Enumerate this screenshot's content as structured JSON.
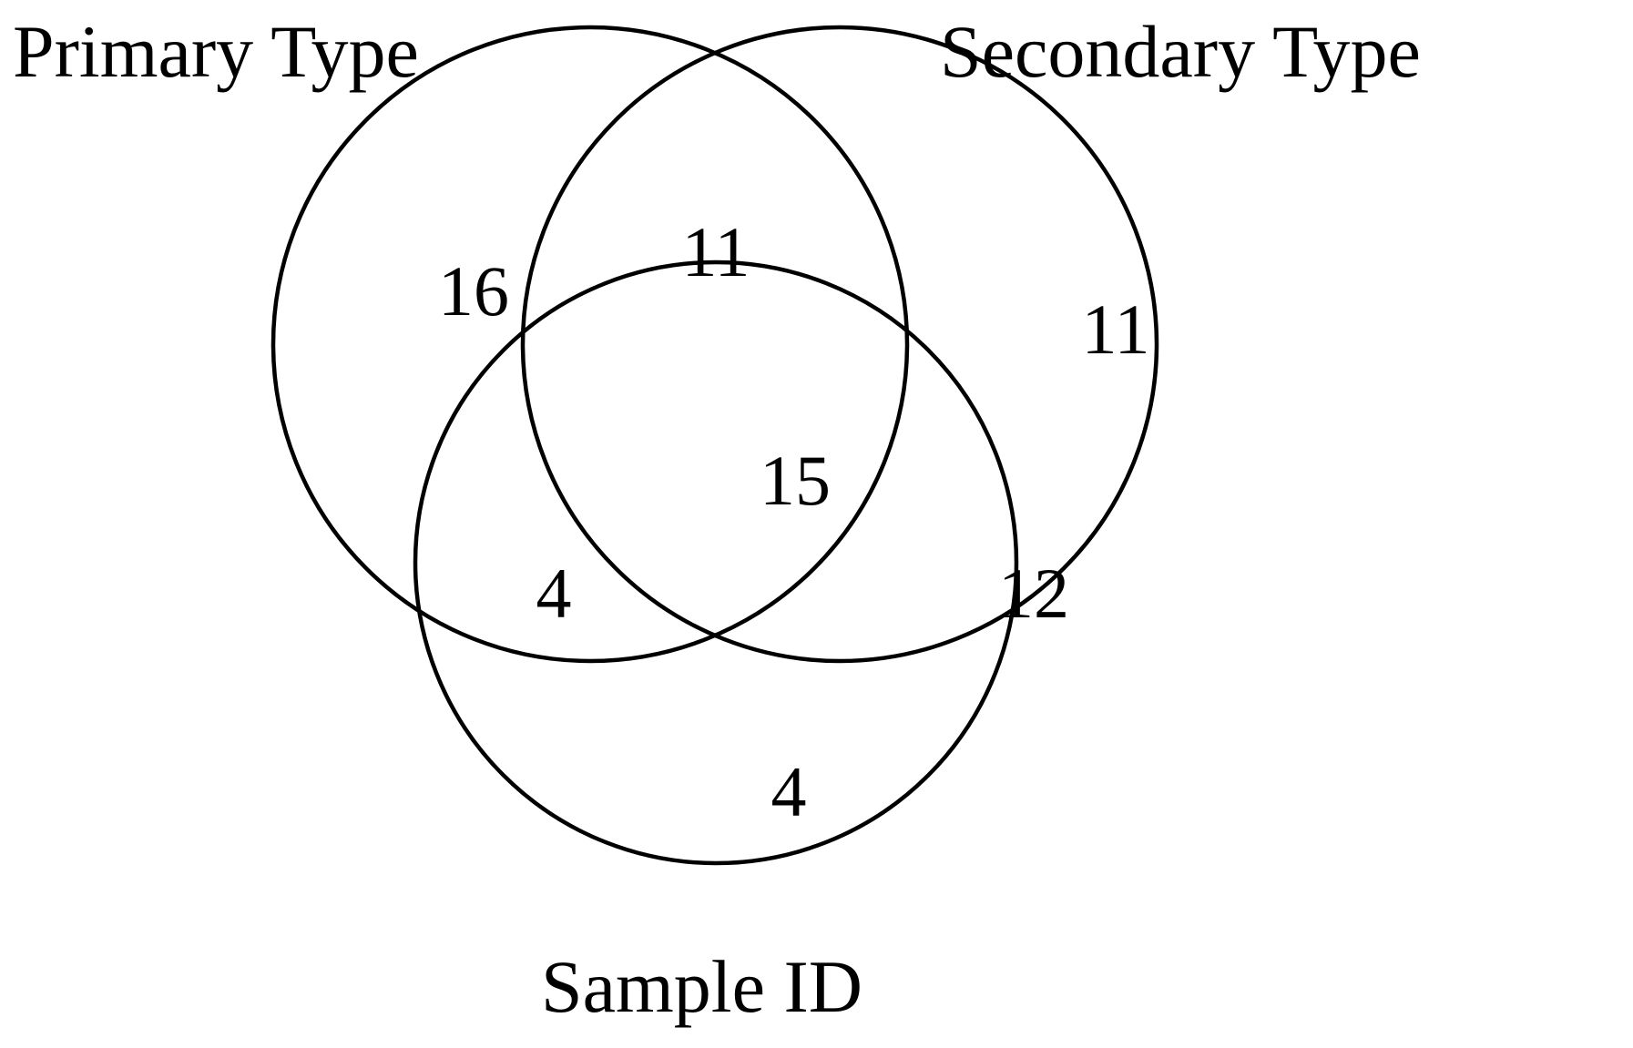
{
  "figure": {
    "type": "venn-diagram-3-set",
    "background_color": "#ffffff",
    "stroke_color": "#000000",
    "text_color": "#000000"
  },
  "labels": {
    "primary_type": "Primary Type",
    "secondary_type": "Secondary Type",
    "sample_id": "Sample ID"
  },
  "chart_data": {
    "type": "venn",
    "title": "",
    "sets": [
      "Primary Type",
      "Secondary Type",
      "Sample ID"
    ],
    "regions": [
      {
        "key": "primary_only",
        "sets": [
          "Primary Type"
        ],
        "label": "16",
        "value": 16
      },
      {
        "key": "secondary_only",
        "sets": [
          "Secondary Type"
        ],
        "label": "11",
        "value": 11
      },
      {
        "key": "sample_only",
        "sets": [
          "Sample ID"
        ],
        "label": "4",
        "value": 4
      },
      {
        "key": "primary_secondary",
        "sets": [
          "Primary Type",
          "Secondary Type"
        ],
        "label": "11",
        "value": 11
      },
      {
        "key": "primary_sample",
        "sets": [
          "Primary Type",
          "Sample ID"
        ],
        "label": "4",
        "value": 4
      },
      {
        "key": "secondary_sample",
        "sets": [
          "Secondary Type",
          "Sample ID"
        ],
        "label": "12",
        "value": 12
      },
      {
        "key": "all_three",
        "sets": [
          "Primary Type",
          "Secondary Type",
          "Sample ID"
        ],
        "label": "15",
        "value": 15
      }
    ],
    "legend": "none",
    "grid": false
  },
  "counts": {
    "primary_only": "16",
    "primary_secondary": "11",
    "secondary_only": "11",
    "all_three": "15",
    "primary_sample": "4",
    "secondary_sample": "12",
    "sample_only": "4"
  }
}
